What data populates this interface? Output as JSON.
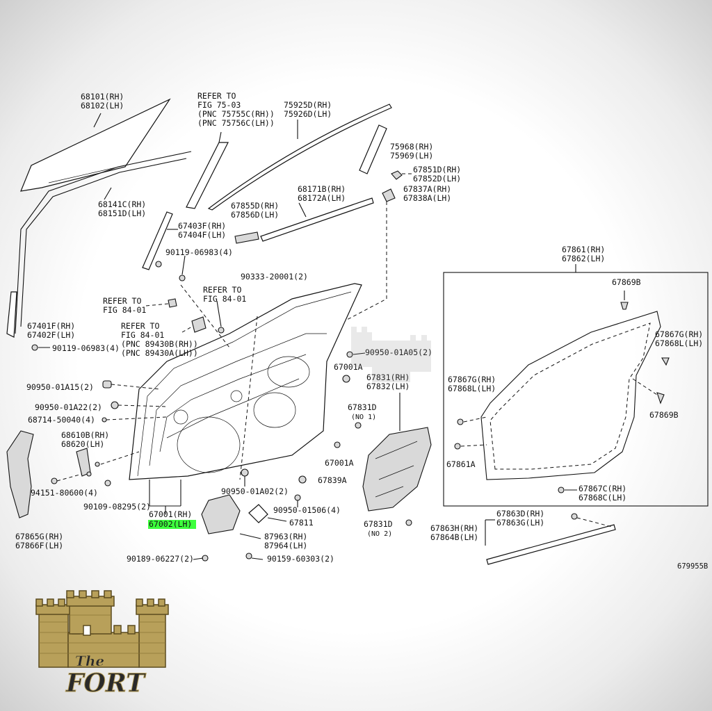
{
  "labels": {
    "p68101": "68101(RH)",
    "p68102": "68102(LH)",
    "ref75_1": "REFER TO",
    "ref75_2": "FIG 75-03",
    "ref75_3": "(PNC 75755C(RH))",
    "ref75_4": "(PNC 75756C(LH))",
    "p75925": "75925D(RH)",
    "p75926": "75926D(LH)",
    "p75968": "75968(RH)",
    "p75969": "75969(LH)",
    "p67851": "67851D(RH)",
    "p67852": "67852D(LH)",
    "p68171": "68171B(RH)",
    "p68172": "68172A(LH)",
    "p67837": "67837A(RH)",
    "p67838": "67838A(LH)",
    "p68141": "68141C(RH)",
    "p68151": "68151D(LH)",
    "p67855": "67855D(RH)",
    "p67856": "67856D(LH)",
    "p67403": "67403F(RH)",
    "p67404": "67404F(LH)",
    "p90119a": "90119-06983(4)",
    "p90333": "90333-20001(2)",
    "ref84a_1": "REFER TO",
    "ref84a_2": "FIG 84-01",
    "ref84b_1": "REFER TO",
    "ref84b_2": "FIG 84-01",
    "ref84c_1": "REFER TO",
    "ref84c_2": "FIG 84-01",
    "ref84c_3": "(PNC 89430B(RH))",
    "ref84c_4": "(PNC 89430A(LH))",
    "p67401": "67401F(RH)",
    "p67402": "67402F(LH)",
    "p90119b": "90119-06983(4)",
    "p90950a05": "90950-01A05(2)",
    "p67001a1": "67001A",
    "p67831": "67831(RH)",
    "p67832": "67832(LH)",
    "p67831d1": "67831D",
    "no1": "(NO 1)",
    "p90950a15": "90950-01A15(2)",
    "p90950a22": "90950-01A22(2)",
    "p68714": "68714-50040(4)",
    "p68610": "68610B(RH)",
    "p68620": "68620(LH)",
    "p67001a2": "67001A",
    "p67839": "67839A",
    "p94151": "94151-80600(4)",
    "p90109": "90109-08295(2)",
    "p90950a02": "90950-01A02(2)",
    "p90950b06": "90950-01506(4)",
    "p67001": "67001(RH)",
    "p67002": "67002(LH)",
    "p67811": "67811",
    "p67831d2": "67831D",
    "no2": "(NO 2)",
    "p67865": "67865G(RH)",
    "p67866": "67866F(LH)",
    "p87963": "87963(RH)",
    "p87964": "87964(LH)",
    "p90189": "90189-06227(2)",
    "p90159": "90159-60303(2)",
    "p67861": "67861(RH)",
    "p67862": "67862(LH)",
    "p67869b1": "67869B",
    "p67867g_a": "67867G(RH)",
    "p67868l_a": "67868L(LH)",
    "p67867g_b": "67867G(RH)",
    "p67868l_b": "67868L(LH)",
    "p67869b2": "67869B",
    "p67861a": "67861A",
    "p67867c": "67867C(RH)",
    "p67868c": "67868C(LH)",
    "p67863d": "67863D(RH)",
    "p67863g": "67863G(LH)",
    "p67863h": "67863H(RH)",
    "p67864b": "67864B(LH)",
    "diagram_code": "679955B"
  },
  "logo": {
    "line1": "The",
    "line2": "FORT",
    "color": "#b8a05a"
  },
  "colors": {
    "highlight": "#3dff3d",
    "ink": "#111111"
  }
}
